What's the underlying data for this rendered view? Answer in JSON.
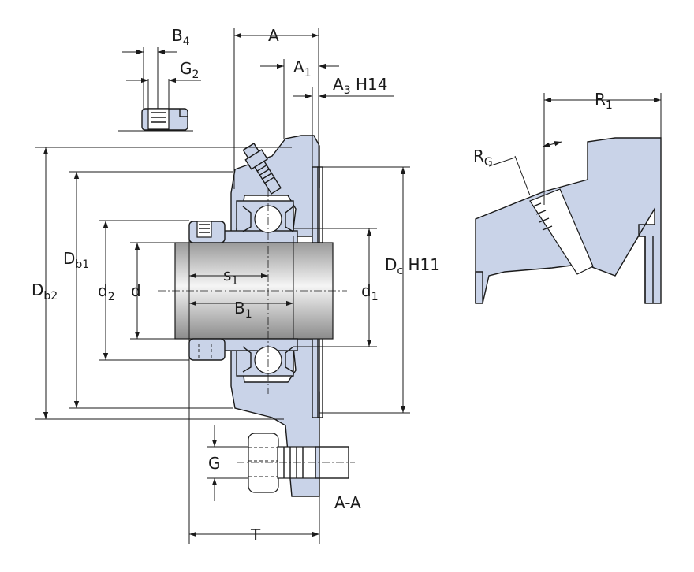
{
  "labels": {
    "A": {
      "main": "A",
      "sub": ""
    },
    "A1": {
      "main": "A",
      "sub": "1"
    },
    "A3": {
      "main": "A",
      "sub": "3",
      "suffix": " H14"
    },
    "B4": {
      "main": "B",
      "sub": "4"
    },
    "G2": {
      "main": "G",
      "sub": "2"
    },
    "Db1": {
      "main": "D",
      "sub": "b1"
    },
    "Db2": {
      "main": "D",
      "sub": "b2"
    },
    "d2": {
      "main": "d",
      "sub": "2"
    },
    "d": {
      "main": "d",
      "sub": ""
    },
    "s1": {
      "main": "s",
      "sub": "1"
    },
    "B1": {
      "main": "B",
      "sub": "1"
    },
    "d1": {
      "main": "d",
      "sub": "1"
    },
    "Dc": {
      "main": "D",
      "sub": "c",
      "suffix": " H11"
    },
    "G": {
      "main": "G",
      "sub": ""
    },
    "section": {
      "main": "A-A",
      "sub": ""
    },
    "T": {
      "main": "T",
      "sub": ""
    },
    "R1": {
      "main": "R",
      "sub": "1"
    },
    "RG": {
      "main": "R",
      "sub": "G"
    }
  },
  "colors": {
    "housing_fill": "#c9d3e8",
    "shaft_gradient": [
      "#9a9a9a",
      "#f5f5f5",
      "#8c8c8c"
    ],
    "line": "#1a1a1a"
  }
}
